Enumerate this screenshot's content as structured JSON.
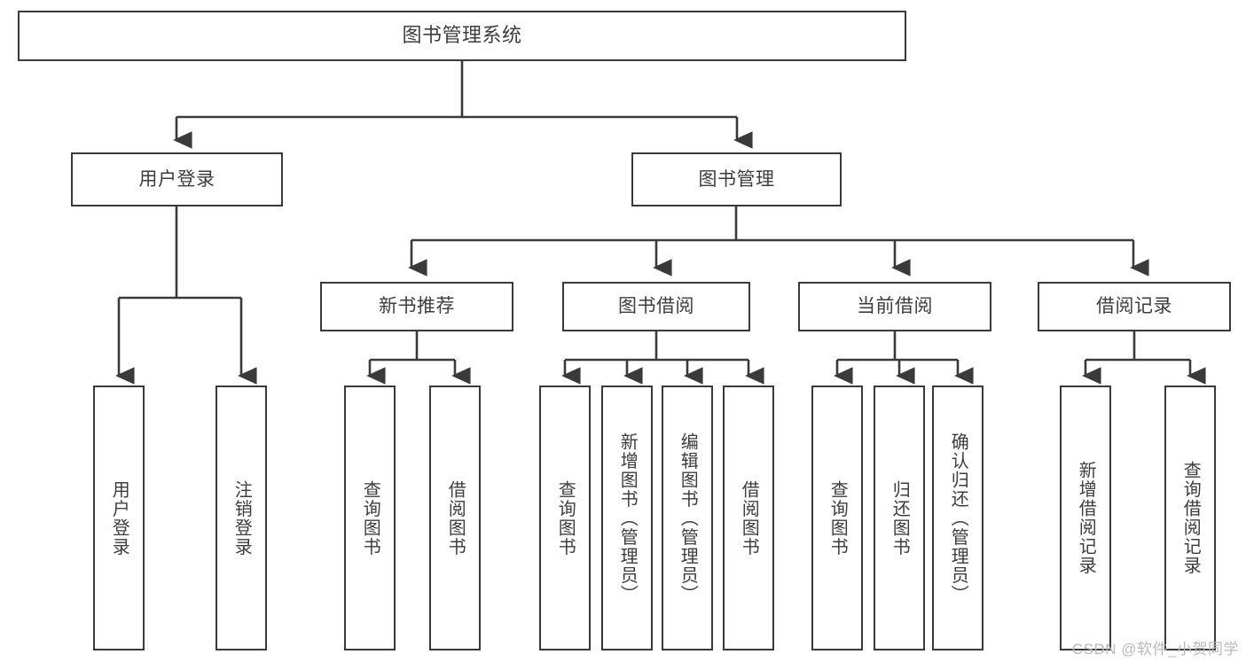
{
  "diagram": {
    "title": "图书管理系统",
    "type": "tree-hierarchy-chart",
    "colors": {
      "box_border": "#3a3a3a",
      "box_fill": "#ffffff",
      "text": "#3d3d3d",
      "edge": "#3a3a3a",
      "watermark": "#b9b9b9"
    },
    "root": {
      "label": "图书管理系统"
    },
    "level2": [
      {
        "label": "用户登录"
      },
      {
        "label": "图书管理"
      }
    ],
    "level3": [
      {
        "label": "新书推荐"
      },
      {
        "label": "图书借阅"
      },
      {
        "label": "当前借阅"
      },
      {
        "label": "借阅记录"
      }
    ],
    "leaves": {
      "user_login": [
        {
          "label": "用户登录"
        },
        {
          "label": "注销登录"
        }
      ],
      "new_book_recommend": [
        {
          "label": "查询图书"
        },
        {
          "label": "借阅图书"
        }
      ],
      "book_borrow": [
        {
          "label": "查询图书"
        },
        {
          "label": "新增图书（管理员）"
        },
        {
          "label": "编辑图书（管理员）"
        },
        {
          "label": "借阅图书"
        }
      ],
      "current_borrow": [
        {
          "label": "查询图书"
        },
        {
          "label": "归还图书"
        },
        {
          "label": "确认归还（管理员）"
        }
      ],
      "borrow_record": [
        {
          "label": "新增借阅记录"
        },
        {
          "label": "查询借阅记录"
        }
      ]
    }
  },
  "watermark": {
    "text": "CSDN @软件_小贺同学"
  }
}
